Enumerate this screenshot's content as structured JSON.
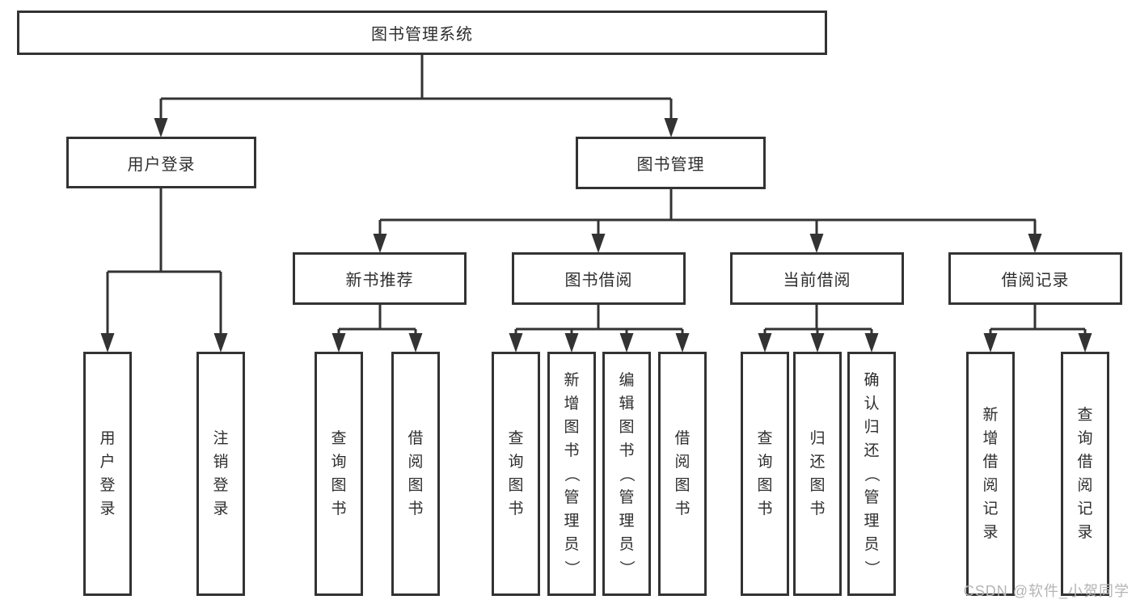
{
  "diagram": {
    "root": {
      "label": "图书管理系统"
    },
    "branches": [
      {
        "label": "用户登录",
        "children": [
          "用户登录",
          "注销登录"
        ]
      },
      {
        "label": "图书管理",
        "groups": [
          {
            "label": "新书推荐",
            "children": [
              "查询图书",
              "借阅图书"
            ]
          },
          {
            "label": "图书借阅",
            "children": [
              "查询图书",
              "新增图书（管理员）",
              "编辑图书（管理员）",
              "借阅图书"
            ]
          },
          {
            "label": "当前借阅",
            "children": [
              "查询图书",
              "归还图书",
              "确认归还（管理员）"
            ]
          },
          {
            "label": "借阅记录",
            "children": [
              "新增借阅记录",
              "查询借阅记录"
            ]
          }
        ]
      }
    ]
  },
  "watermark": {
    "text": "CSDN @软件_小贺同学"
  },
  "colors": {
    "line": "#333333",
    "text": "#2e2e2e",
    "box_background": "#ffffff",
    "watermark": "#b4b4b4"
  }
}
